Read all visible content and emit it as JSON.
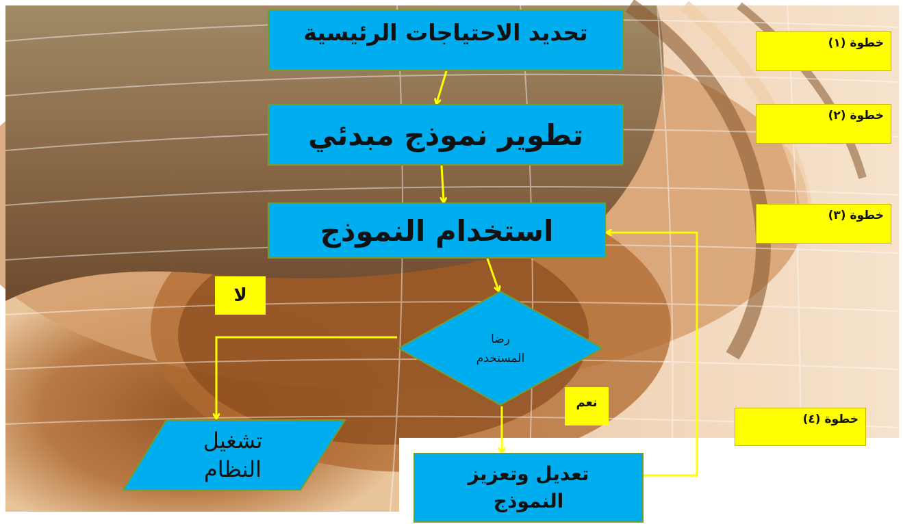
{
  "colors": {
    "box_fill": "#00aeef",
    "box_border": "#7a9a2a",
    "arrow": "#ffff00",
    "step_fill": "#ffff00"
  },
  "diagram": {
    "box_identify": "تحديد الاحتياجات الرئيسية",
    "box_develop": "تطوير نموذج مبدئي",
    "box_use": "استخدام النموذج",
    "decision": {
      "line1": "رضا",
      "line2": "المستخدم"
    },
    "box_operate": {
      "line1": "تشغيل",
      "line2": "النظام"
    },
    "box_modify": {
      "line1": "تعديل وتعزيز",
      "line2": "النموذج"
    },
    "label_no": "لا",
    "label_yes": "نعم"
  },
  "steps": [
    "خطوة (١)",
    "خطوة (٢)",
    "خطوة (٣)",
    "خطوة (٤)"
  ]
}
